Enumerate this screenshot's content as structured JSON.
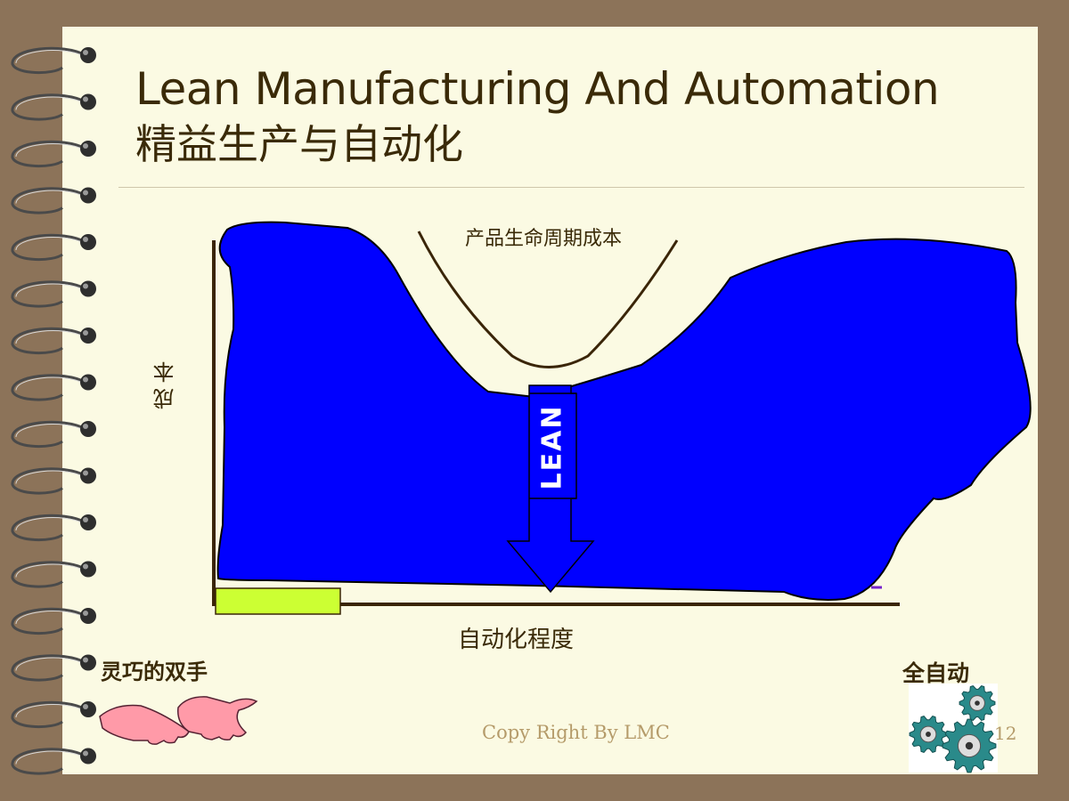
{
  "slide": {
    "title": "Lean Manufacturing And Automation",
    "subtitle": "精益生产与自动化",
    "footer": "Copy Right By LMC",
    "page_number": "12"
  },
  "diagram": {
    "curve_label": "产品生命周期成本",
    "y_axis_label": "成本",
    "x_axis_label": "自动化程度",
    "arrow_label": "LEAN",
    "left_end_label": "灵巧的双手",
    "right_end_label": "全自动",
    "icons": [
      "hands-icon",
      "gears-icon"
    ]
  },
  "colors": {
    "background": "#8c7359",
    "paper": "#fbfae3",
    "cost_region": "#0000ff",
    "axis": "#3a2508",
    "highlight_bar": "#ccff33",
    "text": "#3a2a08"
  }
}
